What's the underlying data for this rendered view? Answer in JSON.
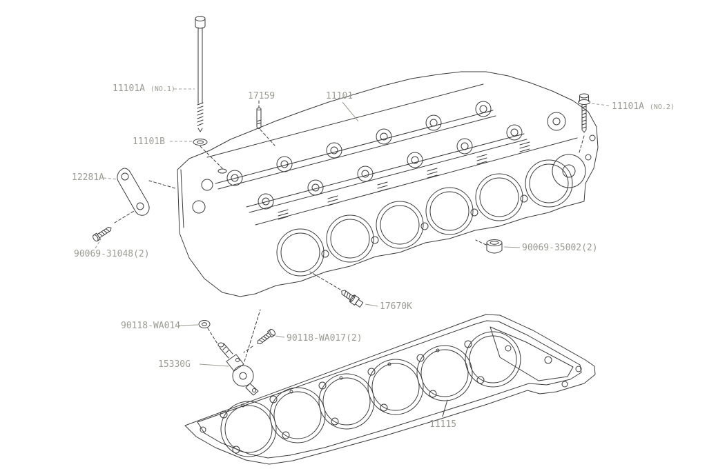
{
  "diagram": {
    "background_color": "#ffffff",
    "line_color": "#3a3a3c",
    "label_color": "#9b9b93"
  },
  "labels": {
    "bolt_no1": {
      "part": "11101A",
      "note": "(NO.1)"
    },
    "stud": {
      "part": "17159"
    },
    "head": {
      "part": "11101"
    },
    "bolt_no2": {
      "part": "11101A",
      "note": "(NO.2)"
    },
    "washer_b": {
      "part": "11101B"
    },
    "bracket": {
      "part": "12281A"
    },
    "bolt_31048": {
      "part": "90069-31048(2)"
    },
    "plug_35002": {
      "part": "90069-35002(2)"
    },
    "sensor": {
      "part": "17670K"
    },
    "washer_wa014": {
      "part": "90118-WA014"
    },
    "bolt_wa017": {
      "part": "90118-WA017(2)"
    },
    "ocv": {
      "part": "15330G"
    },
    "gasket": {
      "part": "11115"
    }
  }
}
